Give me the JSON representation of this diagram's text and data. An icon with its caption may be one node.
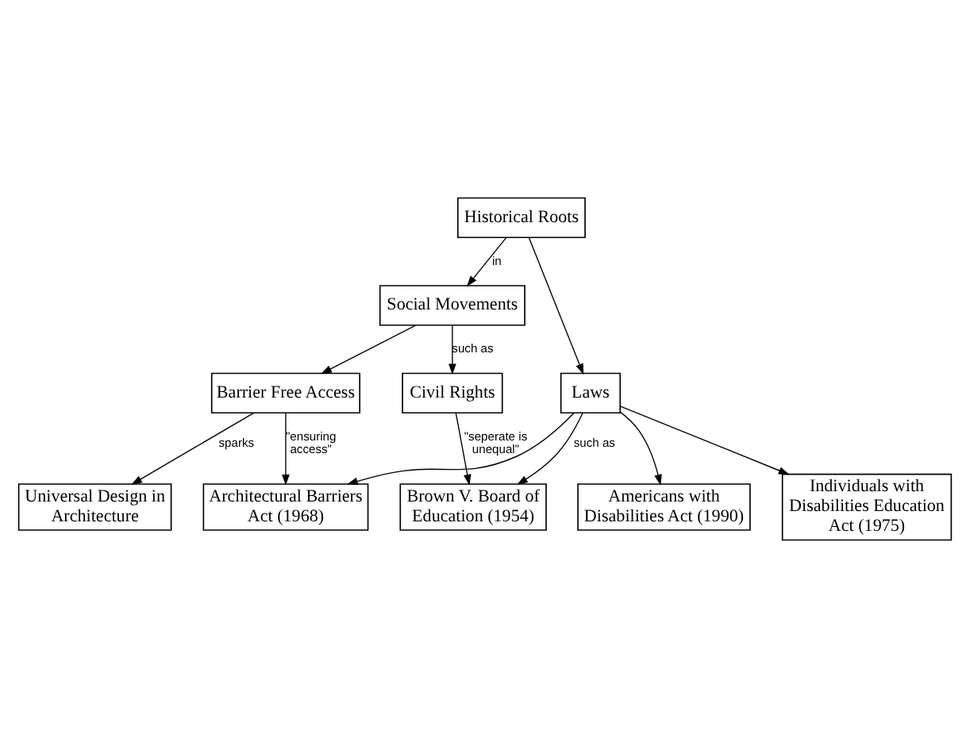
{
  "diagram": {
    "nodes": [
      {
        "text": [
          "Historical Roots"
        ]
      },
      {
        "text": [
          "Social Movements"
        ]
      },
      {
        "text": [
          "Laws"
        ]
      },
      {
        "text": [
          "Civil Rights"
        ]
      },
      {
        "text": [
          "Barrier Free Access"
        ]
      },
      {
        "text": [
          "Brown V. Board of Education (1954)"
        ]
      },
      {
        "text": [
          "Architectural Barriers Act (1968)"
        ]
      },
      {
        "text": [
          "Universal Design in Architecture"
        ]
      },
      {
        "text": [
          "Individuals with Disabilities Education Act (1975)"
        ]
      },
      {
        "text": [
          "Americans with Disabilities Act (1990)"
        ]
      }
    ],
    "edges": [
      {
        "from": 0,
        "to": 1,
        "arrow": "to",
        "label": "in"
      },
      {
        "from": 0,
        "to": 2,
        "arrow": "to"
      },
      {
        "from": 1,
        "to": 3,
        "arrow": "to",
        "label": "such as"
      },
      {
        "from": 1,
        "to": 4,
        "arrow": "to"
      },
      {
        "from": 3,
        "to": 5,
        "arrow": "to",
        "label": "\"seperate is unequal\""
      },
      {
        "from": 4,
        "to": 6,
        "arrow": "to",
        "label": "\"ensuring access\""
      },
      {
        "from": 4,
        "to": 7,
        "arrow": "to",
        "label": "sparks"
      },
      {
        "from": 2,
        "to": 5,
        "arrow": "to",
        "label": "such as"
      },
      {
        "from": 2,
        "to": 6,
        "arrow": "to"
      },
      {
        "from": 2,
        "to": 8,
        "arrow": "to"
      },
      {
        "from": 2,
        "to": 9,
        "arrow": "to"
      }
    ]
  }
}
